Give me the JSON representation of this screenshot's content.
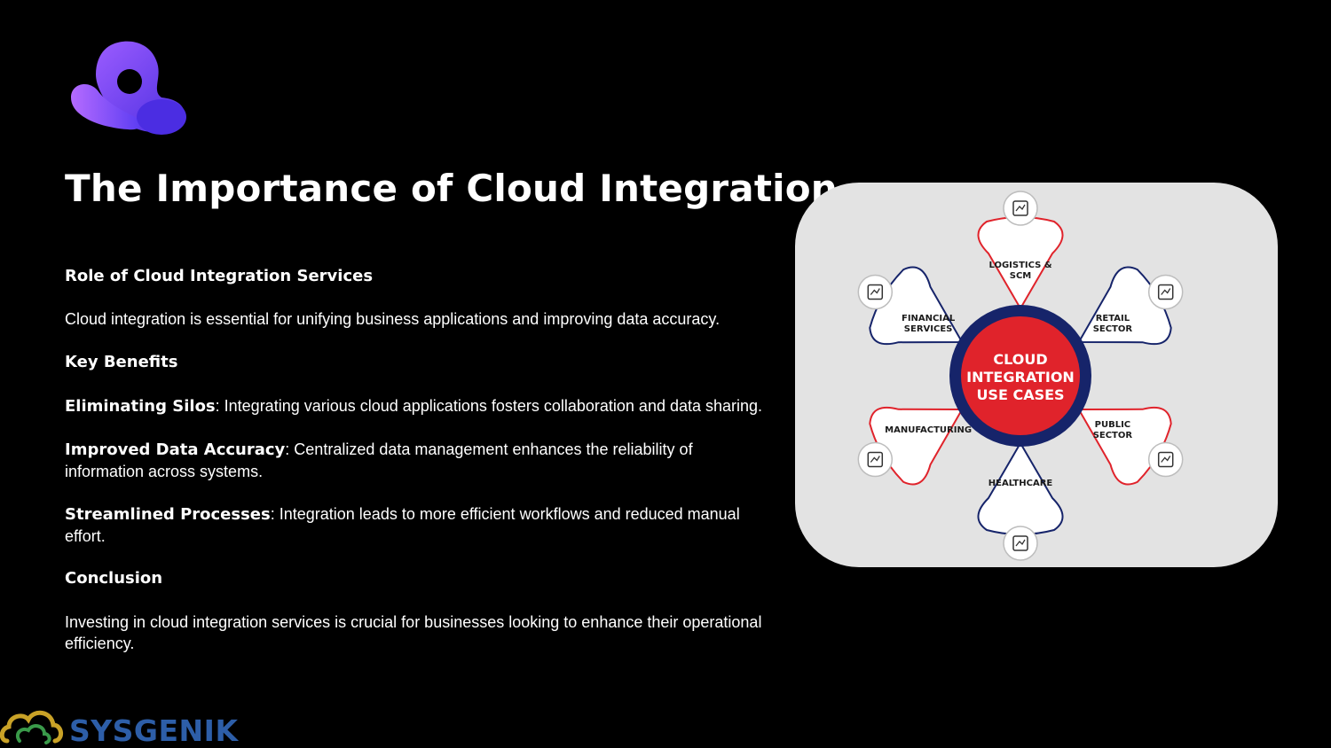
{
  "slide": {
    "title": "The Importance of Cloud Integration"
  },
  "content": {
    "role_heading": "Role of Cloud Integration Services",
    "role_text": "Cloud integration is essential for unifying business applications and improving data accuracy.",
    "benefits_heading": "Key Benefits",
    "benefits": [
      {
        "term": "Eliminating Silos",
        "text": ": Integrating various cloud applications fosters collaboration and data sharing."
      },
      {
        "term": "Improved Data Accuracy",
        "text": ": Centralized data management enhances the reliability of information across systems."
      },
      {
        "term": "Streamlined Processes",
        "text": ": Integration leads to more efficient workflows and reduced manual effort."
      }
    ],
    "conclusion_heading": "Conclusion",
    "conclusion_text": "Investing in cloud integration services is crucial for businesses looking to enhance their operational efficiency."
  },
  "diagram": {
    "center": [
      "CLOUD",
      "INTEGRATION",
      "USE CASES"
    ],
    "petals": [
      {
        "lines": [
          "LOGISTICS &",
          "SCM"
        ],
        "icon": "truck-box-icon"
      },
      {
        "lines": [
          "RETAIL",
          "SECTOR"
        ],
        "icon": "storefront-icon"
      },
      {
        "lines": [
          "PUBLIC",
          "SECTOR"
        ],
        "icon": "people-icon"
      },
      {
        "lines": [
          "HEALTHCARE"
        ],
        "icon": "medical-clipboard-icon"
      },
      {
        "lines": [
          "MANUFACTURING"
        ],
        "icon": "factory-gear-icon"
      },
      {
        "lines": [
          "FINANCIAL",
          "SERVICES"
        ],
        "icon": "finance-chart-icon"
      }
    ],
    "colors": {
      "red": "#e0232b",
      "navy": "#16246a"
    }
  },
  "brand": {
    "name": "SYSGENIK",
    "color": "#2d5ea8"
  }
}
